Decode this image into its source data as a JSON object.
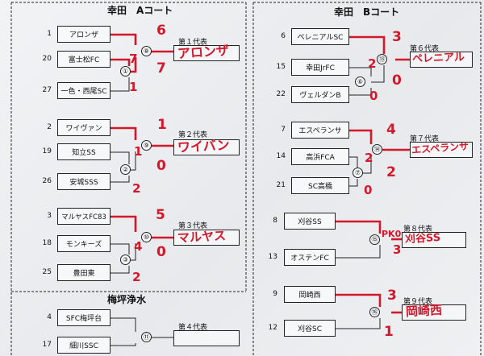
{
  "sections": {
    "a_title": "幸田　Aコート",
    "b_title": "幸田　Bコート",
    "c_title": "梅坪浄水"
  },
  "matches": [
    {
      "node": "⑧",
      "rep": "第１代表",
      "winner": "アロンザ",
      "teams": [
        {
          "seed": "1",
          "name": "アロンザ",
          "score": "6"
        },
        {
          "seed": "",
          "name": "",
          "score": "7"
        }
      ],
      "prelim": {
        "node": "①",
        "teams": [
          {
            "seed": "20",
            "name": "富士松FC",
            "score": "7"
          },
          {
            "seed": "27",
            "name": "一色・西尾SC",
            "score": "1"
          }
        ]
      }
    },
    {
      "node": "⑨",
      "rep": "第２代表",
      "winner": "ワイバン",
      "teams": [
        {
          "seed": "2",
          "name": "ワイヴァン",
          "score": "1"
        },
        {
          "seed": "",
          "name": "",
          "score": "0"
        }
      ],
      "prelim": {
        "node": "②",
        "teams": [
          {
            "seed": "19",
            "name": "知立SS",
            "score": "1"
          },
          {
            "seed": "26",
            "name": "安城SSS",
            "score": "2"
          }
        ]
      }
    },
    {
      "node": "⑩",
      "rep": "第３代表",
      "winner": "マルヤス",
      "teams": [
        {
          "seed": "3",
          "name": "マルヤスFC83",
          "score": "5"
        },
        {
          "seed": "",
          "name": "",
          "score": "0"
        }
      ],
      "prelim": {
        "node": "③",
        "teams": [
          {
            "seed": "18",
            "name": "モンキーズ",
            "score": "4"
          },
          {
            "seed": "25",
            "name": "豊田東",
            "score": "2"
          }
        ]
      }
    },
    {
      "node": "⑪",
      "rep": "第４代表",
      "winner": "",
      "teams": [
        {
          "seed": "4",
          "name": "SFC梅坪台",
          "score": ""
        },
        {
          "seed": "17",
          "name": "細川SSC",
          "score": ""
        }
      ]
    },
    {
      "node": "⑬",
      "rep": "第６代表",
      "winner": "ペレニアル",
      "teams": [
        {
          "seed": "6",
          "name": "ペレニアルSC",
          "score": "3"
        },
        {
          "seed": "",
          "name": "",
          "score": "0"
        }
      ],
      "prelim": {
        "node": "⑥",
        "teams": [
          {
            "seed": "15",
            "name": "幸田JrFC",
            "score": "2"
          },
          {
            "seed": "22",
            "name": "ヴェルダンB",
            "score": "0"
          }
        ]
      }
    },
    {
      "node": "⑭",
      "rep": "第７代表",
      "winner": "エスペランサ",
      "teams": [
        {
          "seed": "7",
          "name": "エスペランサ",
          "score": "4"
        },
        {
          "seed": "",
          "name": "",
          "score": "2"
        }
      ],
      "prelim": {
        "node": "⑦",
        "teams": [
          {
            "seed": "14",
            "name": "高浜FCA",
            "score": "2"
          },
          {
            "seed": "21",
            "name": "SC高橋",
            "score": "0"
          }
        ]
      }
    },
    {
      "node": "⑮",
      "rep": "第８代表",
      "winner": "刈谷SS",
      "teams": [
        {
          "seed": "8",
          "name": "刈谷SS",
          "score": "PK0"
        },
        {
          "seed": "13",
          "name": "オステンFC",
          "score": "3"
        }
      ]
    },
    {
      "node": "⑯",
      "rep": "第９代表",
      "winner": "岡崎西",
      "teams": [
        {
          "seed": "9",
          "name": "岡崎西",
          "score": "3"
        },
        {
          "seed": "12",
          "name": "刈谷SC",
          "score": "1"
        }
      ]
    }
  ],
  "colors": {
    "ink": "#111111",
    "line": "#222222",
    "marker": "#d2182b"
  }
}
